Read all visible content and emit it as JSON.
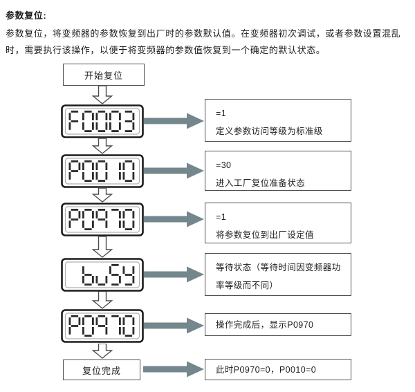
{
  "page": {
    "title": "参数复位:",
    "intro_line1": "参数复位，将变频器的参数恢复到出厂时的参数默认值。在变频器初次调试，或者参数设置混乱",
    "intro_line2": "时，需要执行该操作，以便于将变频器的参数值恢复到一个确定的默认状态。"
  },
  "flowchart": {
    "start_label": "开始复位",
    "end_label": "复位完成",
    "steps": [
      {
        "display": "F0003",
        "note_value": "=1",
        "note_text": "定义参数访问等级为标准级"
      },
      {
        "display": "P0010",
        "note_value": "=30",
        "note_text": "进入工厂复位准备状态"
      },
      {
        "display": "P0970",
        "note_value": "=1",
        "note_text": "将参数复位到出厂设定值"
      },
      {
        "display": " buSY",
        "note_value": "",
        "note_text": "等待状态（等待时间因变频器功率等级而不同）"
      },
      {
        "display": "P0970",
        "note_value": "",
        "note_text": "操作完成后，显示P0970"
      }
    ],
    "end_note": "此时P0970=0，P0010=0"
  },
  "colors": {
    "arrow": "#73878d",
    "segment": "#2b2b2b",
    "box_border": "#4f4f4f"
  }
}
